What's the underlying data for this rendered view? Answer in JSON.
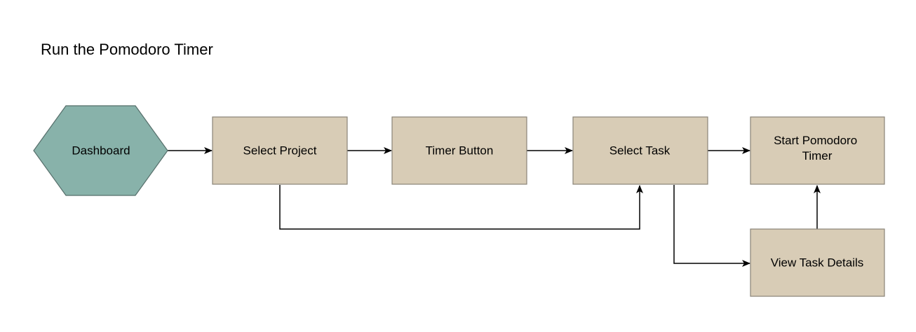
{
  "title": "Run the Pomodoro Timer",
  "colors": {
    "start_fill": "#88b2aa",
    "start_stroke": "#566f6b",
    "process_fill": "#d8ccb6",
    "process_stroke": "#8a8478",
    "edge": "#000000"
  },
  "nodes": {
    "dashboard": {
      "label": "Dashboard",
      "shape": "hexagon"
    },
    "select_project": {
      "label": "Select Project",
      "shape": "rectangle"
    },
    "timer_button": {
      "label": "Timer Button",
      "shape": "rectangle"
    },
    "select_task": {
      "label": "Select Task",
      "shape": "rectangle"
    },
    "start_pomodoro": {
      "label_lines": [
        "Start Pomodoro",
        "Timer"
      ],
      "shape": "rectangle"
    },
    "view_task_details": {
      "label": "View Task Details",
      "shape": "rectangle"
    }
  },
  "edges": [
    {
      "from": "Dashboard",
      "to": "Select Project"
    },
    {
      "from": "Select Project",
      "to": "Timer Button"
    },
    {
      "from": "Timer Button",
      "to": "Select Task"
    },
    {
      "from": "Select Task",
      "to": "Start Pomodoro Timer"
    },
    {
      "from": "Select Project",
      "to": "Select Task"
    },
    {
      "from": "Select Task",
      "to": "View Task Details"
    },
    {
      "from": "View Task Details",
      "to": "Start Pomodoro Timer"
    }
  ]
}
